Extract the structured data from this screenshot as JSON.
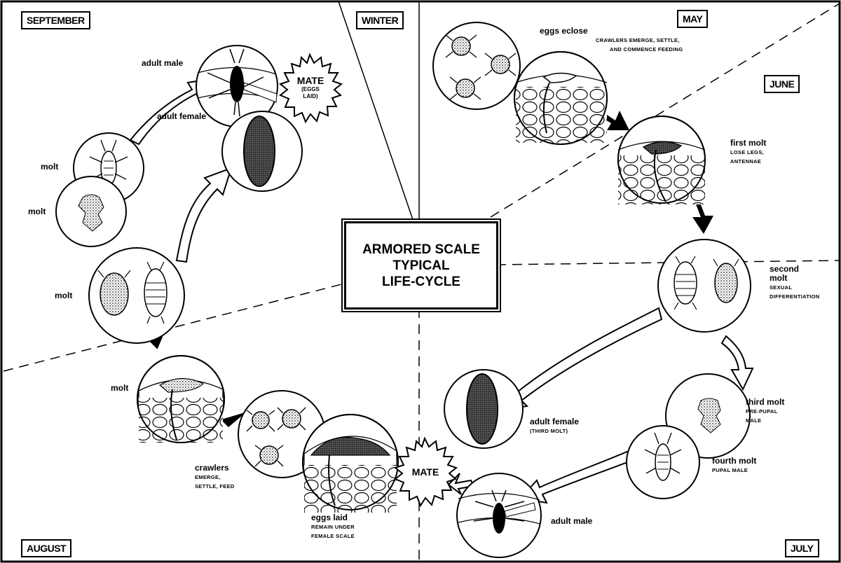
{
  "months": {
    "september": "SEPTEMBER",
    "winter": "WINTER",
    "may": "MAY",
    "june": "JUNE",
    "july": "JULY",
    "august": "AUGUST"
  },
  "center_title": {
    "line1": "ARMORED SCALE",
    "line2": "TYPICAL",
    "line3": "LIFE-CYCLE"
  },
  "stages": {
    "eggs_eclose": {
      "title": "eggs eclose",
      "sub1": "CRAWLERS EMERGE, SETTLE,",
      "sub2": "AND COMMENCE FEEDING"
    },
    "first_molt": {
      "title": "first molt",
      "sub1": "LOSE LEGS,",
      "sub2": "ANTENNAE"
    },
    "second_molt": {
      "title1": "second",
      "title2": "molt",
      "sub1": "SEXUAL",
      "sub2": "DIFFERENTIATION"
    },
    "third_molt": {
      "title": "third molt",
      "sub1": "PRE-PUPAL",
      "sub2": "MALE"
    },
    "fourth_molt": {
      "title": "fourth molt",
      "sub1": "PUPAL MALE"
    },
    "adult_male_right": {
      "title": "adult male"
    },
    "adult_female_right": {
      "title": "adult female",
      "sub1": "(THIRD MOLT)"
    },
    "eggs_laid": {
      "title": "eggs laid",
      "sub1": "REMAIN UNDER",
      "sub2": "FEMALE SCALE"
    },
    "crawlers": {
      "title": "crawlers",
      "sub1": "EMERGE,",
      "sub2": "SETTLE, FEED"
    },
    "molt_left_low": {
      "title": "molt"
    },
    "molt_left_mid": {
      "title": "molt"
    },
    "molt_left_a": {
      "title": "molt"
    },
    "molt_left_b": {
      "title": "molt"
    },
    "adult_female_left": {
      "title": "adult female"
    },
    "adult_male_left": {
      "title": "adult male"
    }
  },
  "mate_top": {
    "line1": "MATE",
    "line2": "(EGGS",
    "line3": "LAID)"
  },
  "mate_bottom": {
    "line1": "MATE"
  }
}
